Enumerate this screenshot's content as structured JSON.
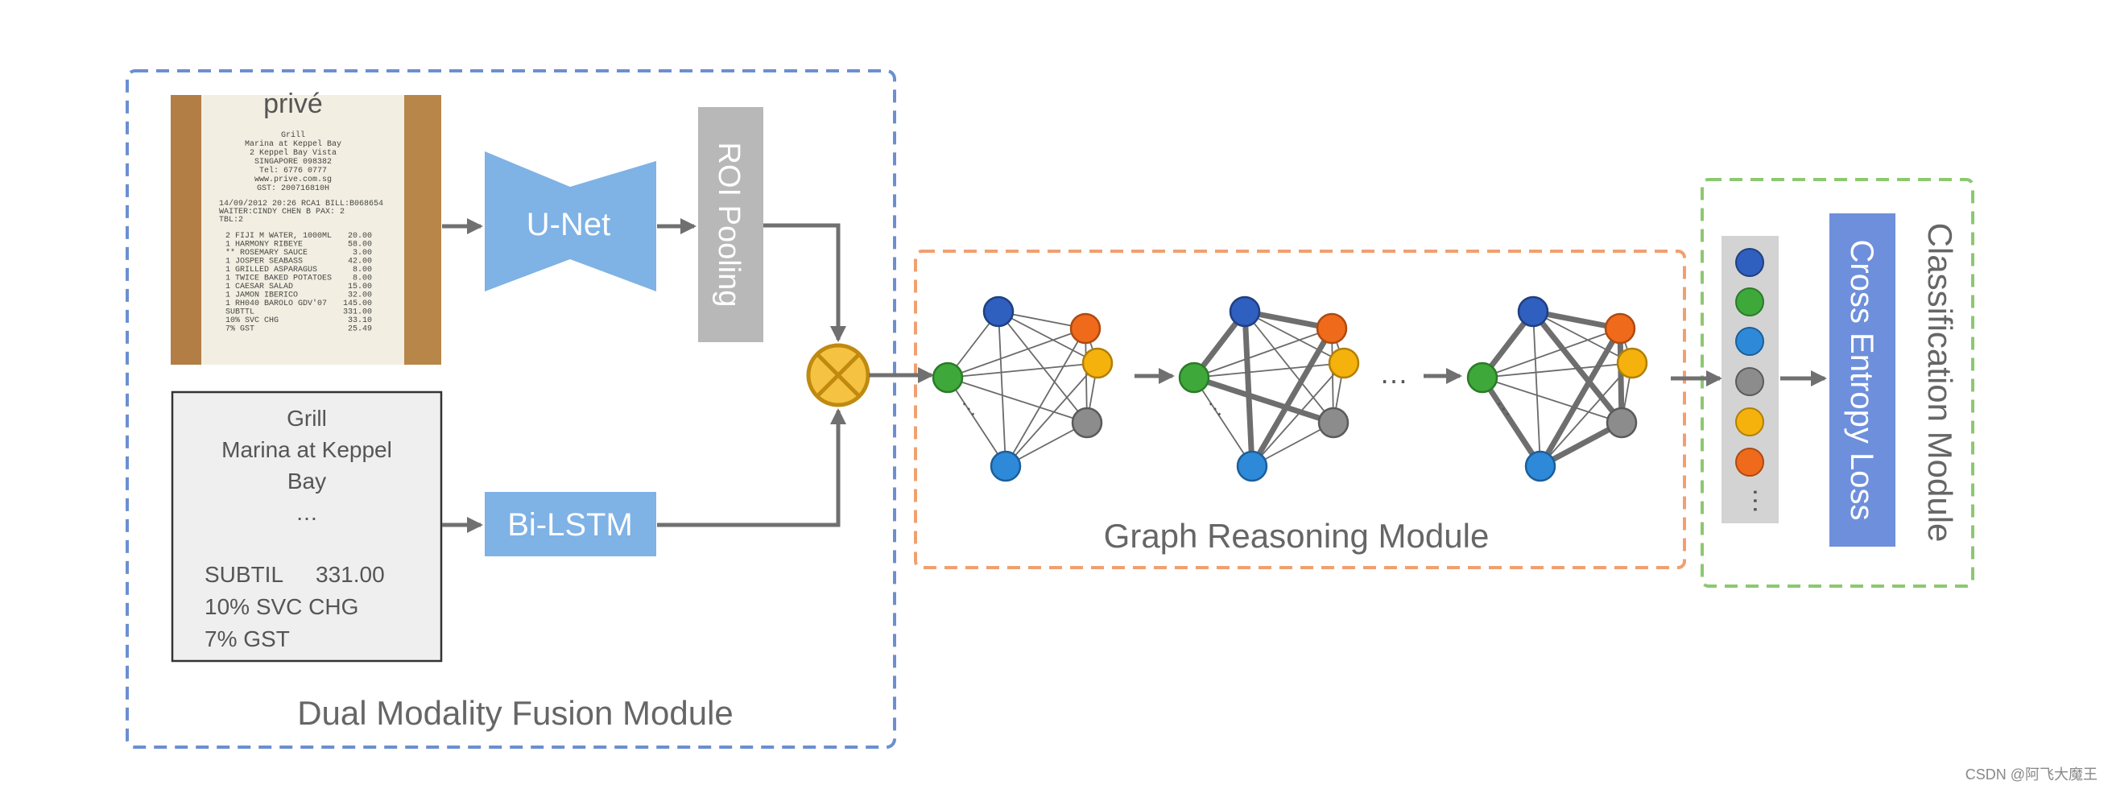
{
  "modules": {
    "fusion": "Dual Modality Fusion Module",
    "graph": "Graph Reasoning Module",
    "classification": "Classification Module"
  },
  "blocks": {
    "unet": "U-Net",
    "roi": "ROI Pooling",
    "bilstm": "Bi-LSTM",
    "loss": "Cross Entropy Loss"
  },
  "receipt": {
    "brand": "privé",
    "header": [
      "Grill",
      "Marina at Keppel Bay",
      "2 Keppel Bay Vista",
      "SINGAPORE 098382",
      "Tel: 6776 0777",
      "www.prive.com.sg",
      "GST: 200716810H"
    ],
    "meta": [
      "14/09/2012  20:26 RCA1 BILL:B068654",
      "WAITER:CINDY CHEN B PAX:  2",
      "TBL:2"
    ],
    "items": [
      {
        "text": "2  FIJI M WATER, 1000ML",
        "price": "20.00"
      },
      {
        "text": "1  HARMONY RIBEYE",
        "price": "58.00"
      },
      {
        "text": "**  ROSEMARY SAUCE",
        "price": "3.00"
      },
      {
        "text": "1  JOSPER SEABASS",
        "price": "42.00"
      },
      {
        "text": "1  GRILLED ASPARAGUS",
        "price": "8.00"
      },
      {
        "text": "1  TWICE BAKED POTATOES",
        "price": "8.00"
      },
      {
        "text": "1  CAESAR SALAD",
        "price": "15.00"
      },
      {
        "text": "1  JAMON IBERICO",
        "price": "32.00"
      },
      {
        "text": "1  RH040 BAROLO GDV'07",
        "price": "145.00"
      },
      {
        "text": "SUBTTL",
        "price": "331.00"
      },
      {
        "text": "10% SVC CHG",
        "price": "33.10"
      },
      {
        "text": "7% GST",
        "price": "25.49"
      }
    ]
  },
  "textbox": {
    "lines": [
      "Grill",
      "Marina at Keppel",
      "Bay",
      "…"
    ],
    "subtotal_label": "SUBTIL",
    "subtotal_value": "331.00",
    "svc": "10% SVC CHG",
    "gst": "7% GST"
  },
  "ellipsis": "…",
  "colors": {
    "fusion_border": "#6b8fd0",
    "graph_border": "#f0a070",
    "class_border": "#8cc870",
    "unet": "#7fb2e5",
    "roi": "#b8b8b8",
    "loss": "#6e8fdb",
    "fuse": "#f5c242",
    "node_blue": "#2f5fbf",
    "node_orange": "#f06a1c",
    "node_yellow": "#f5b20c",
    "node_gray": "#8c8c8c",
    "node_lightblue": "#2e8ad8",
    "node_green": "#3fa83a"
  },
  "watermark": "CSDN @阿飞大魔王"
}
